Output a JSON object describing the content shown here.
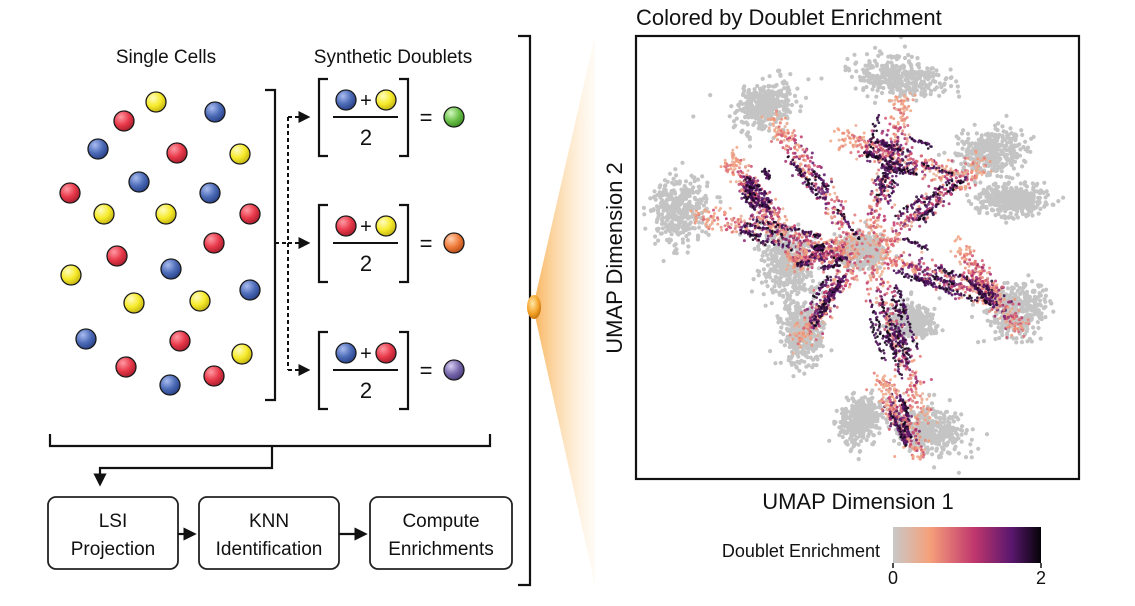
{
  "left_panel": {
    "single_cells_label": "Single Cells",
    "synthetic_doublets_label": "Synthetic Doublets",
    "cell_colors": {
      "red": "#e8394a",
      "yellow": "#f6ea2a",
      "blue": "#4c6bb7",
      "green": "#6cc24a",
      "orange": "#f07c3c",
      "purple": "#7a6aad"
    },
    "equations": [
      {
        "plus": "+",
        "denominator": "2",
        "equals": "="
      },
      {
        "plus": "+",
        "denominator": "2",
        "equals": "="
      },
      {
        "plus": "+",
        "denominator": "2",
        "equals": "="
      }
    ]
  },
  "pipeline": {
    "steps": [
      {
        "line1": "LSI",
        "line2": "Projection"
      },
      {
        "line1": "KNN",
        "line2": "Identification"
      },
      {
        "line1": "Compute",
        "line2": "Enrichments"
      }
    ]
  },
  "umap": {
    "title": "Colored by Doublet Enrichment",
    "xlabel": "UMAP Dimension 1",
    "ylabel": "UMAP Dimension 2",
    "colorbar": {
      "label": "Doublet Enrichment",
      "min_label": "0",
      "max_label": "2",
      "stops": [
        "#c8c8c8",
        "#f6a07a",
        "#c0366d",
        "#5a176e",
        "#050308"
      ]
    }
  }
}
